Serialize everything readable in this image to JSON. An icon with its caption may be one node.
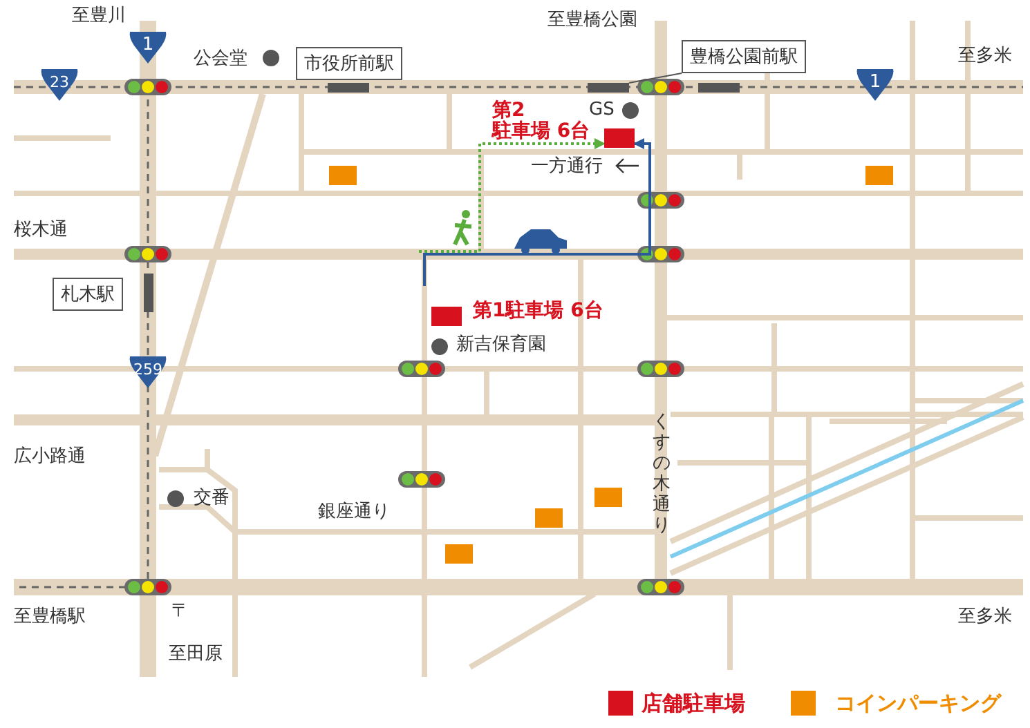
{
  "diagram": {
    "nodes": [
      {
        "text": [
          "市役所前駅"
        ]
      },
      {
        "text": [
          "豊橋公園前駅"
        ]
      },
      {
        "text": [
          "札木駅"
        ]
      },
      {
        "text": [],
        "shape": "bar"
      },
      {
        "text": [],
        "shape": "box",
        "beside": [
          "第2 駐車場 6台"
        ]
      },
      {
        "text": [],
        "shape": "box",
        "beside": [
          "第1駐車場 6台"
        ]
      }
    ],
    "edges": [
      {
        "from": 1,
        "to": 3,
        "arrow": "none"
      },
      {
        "from": null,
        "to": 4,
        "arrow": "to",
        "color": "#2d5a9b"
      },
      {
        "from": null,
        "to": 4,
        "arrow": "to",
        "style": "dashed",
        "color": "#5aac3c"
      }
    ],
    "labels": [
      "至豊川",
      "1",
      "至豊橋公園",
      "公会堂",
      "至多米",
      "23",
      "1",
      "GS",
      "一方通行",
      "桜木通",
      "新吉保育園",
      "259",
      "広小路通",
      "交番",
      "銀座通り",
      "くすの木通り",
      "至豊橋駅",
      "〒",
      "至田原",
      "至多米"
    ],
    "legend": [
      {
        "text": "店舗駐車場",
        "color": "#d7121e"
      },
      {
        "text": "コインパーキング",
        "color": "#f08c00"
      }
    ]
  }
}
